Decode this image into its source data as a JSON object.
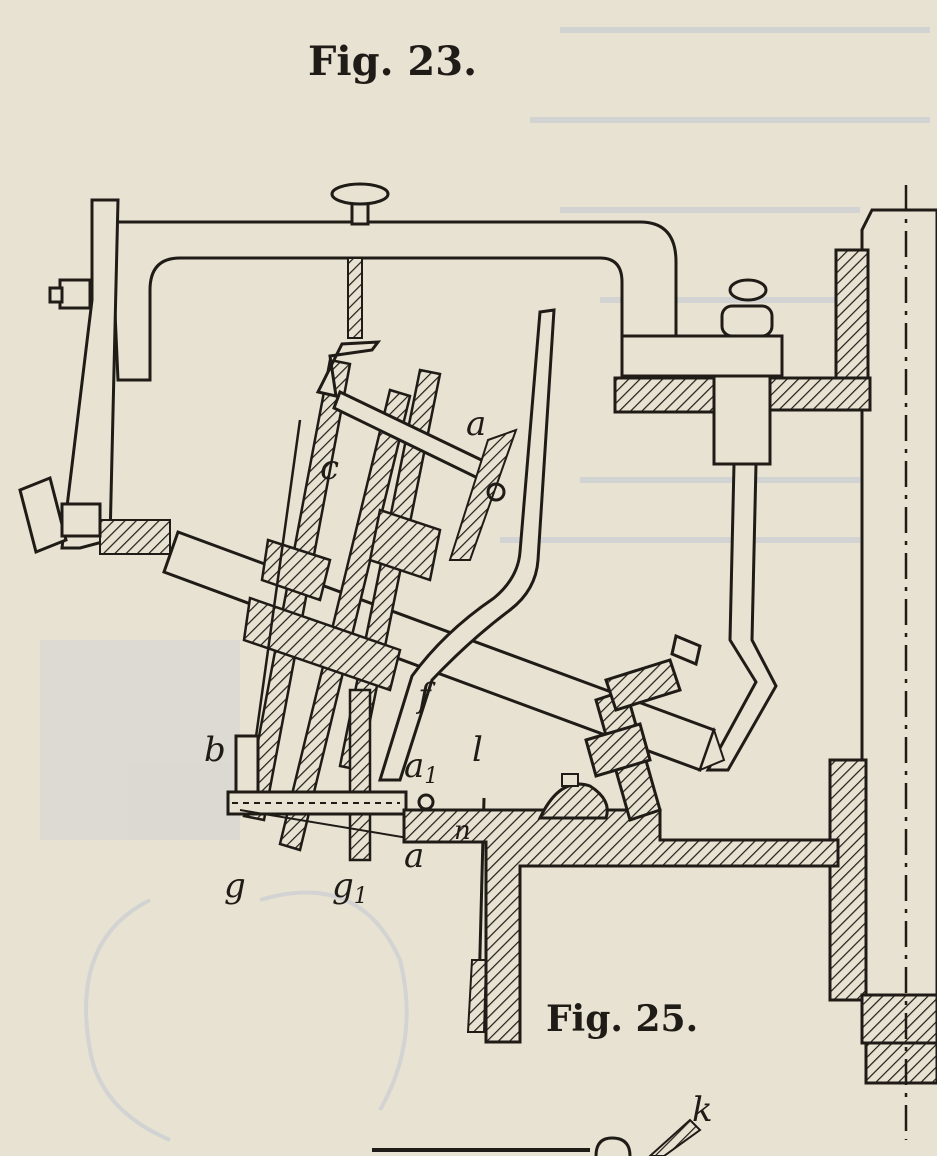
{
  "captions": {
    "fig23": "Fig. 23.",
    "fig25": "Fig. 25."
  },
  "labels": {
    "a_top": "a",
    "c": "c",
    "f": "f",
    "b": "b",
    "a1": "a",
    "a1_sub": "1",
    "l": "l",
    "n": "n",
    "a_bottom": "a",
    "g": "g",
    "g1": "g",
    "g1_sub": "1",
    "k": "k"
  },
  "colors": {
    "paper": "#e8e2d2",
    "ink": "#1f1b16",
    "ghost": "#cfd2d2"
  }
}
